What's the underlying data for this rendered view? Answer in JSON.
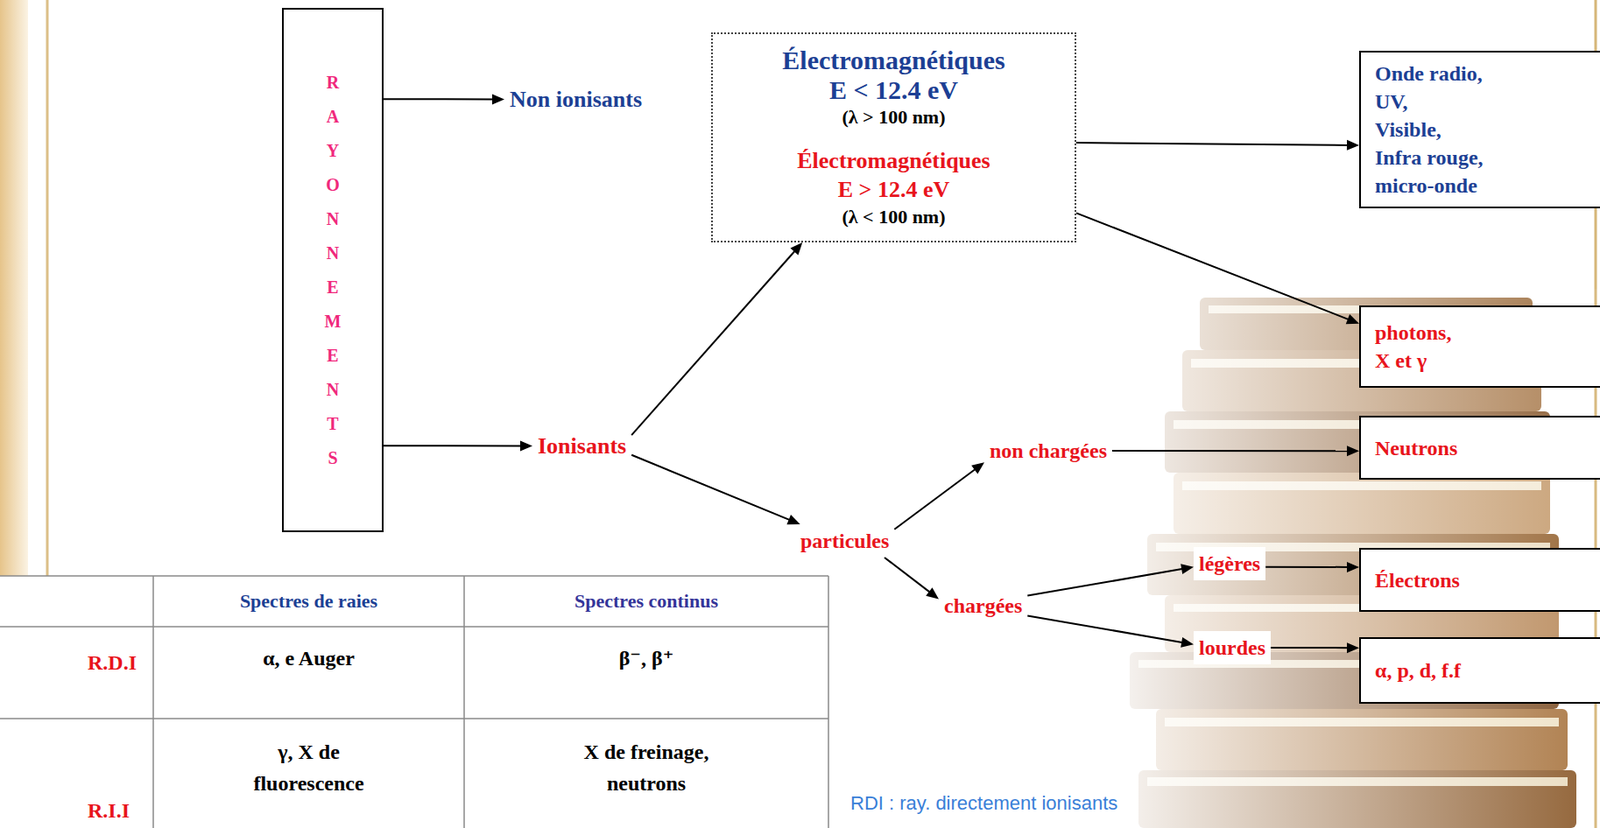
{
  "diagram": {
    "nodes": [
      {
        "text": [
          "RAYONNEMENTS"
        ]
      },
      {
        "text": [
          "Non ionisants"
        ]
      },
      {
        "text": [
          "Ionisants"
        ]
      },
      {
        "text": [
          "Électromagnétiques",
          "E < 12.4 eV",
          "(λ > 100 nm)",
          "Électromagnétiques",
          "E > 12.4 eV",
          "(λ < 100 nm)"
        ]
      },
      {
        "text": [
          "Onde radio, UV, Visible, Infra rouge, micro-onde"
        ]
      },
      {
        "text": [
          "photons, X et γ"
        ]
      },
      {
        "text": [
          "Neutrons"
        ]
      },
      {
        "text": [
          "Électrons"
        ]
      },
      {
        "text": [
          "α, p, d, f.f"
        ]
      },
      {
        "text": [
          "particules"
        ]
      },
      {
        "text": [
          "non chargées"
        ]
      },
      {
        "text": [
          "chargées"
        ]
      },
      {
        "text": [
          "légères"
        ]
      },
      {
        "text": [
          "lourdes"
        ]
      }
    ],
    "edges": [
      {
        "from": 0,
        "to": 1,
        "arrow": "to"
      },
      {
        "from": 0,
        "to": 2,
        "arrow": "to"
      },
      {
        "from": 2,
        "to": 3,
        "arrow": "to"
      },
      {
        "from": 2,
        "to": 9,
        "arrow": "to"
      },
      {
        "from": 3,
        "to": 4,
        "arrow": "to"
      },
      {
        "from": 3,
        "to": 5,
        "arrow": "to"
      },
      {
        "from": 9,
        "to": 10,
        "arrow": "to"
      },
      {
        "from": 9,
        "to": 11,
        "arrow": "to"
      },
      {
        "from": 10,
        "to": 6,
        "arrow": "to"
      },
      {
        "from": 11,
        "to": 12,
        "arrow": "to"
      },
      {
        "from": 11,
        "to": 13,
        "arrow": "to"
      },
      {
        "from": 12,
        "to": 7,
        "arrow": "to"
      },
      {
        "from": 13,
        "to": 8,
        "arrow": "to"
      }
    ],
    "labels": [
      "Spectres de raies",
      "Spectres continus",
      "R.D.I",
      "α, e Auger",
      "β⁻, β⁺",
      "R.I.I",
      "γ, X de fluorescence",
      "X de freinage, neutrons",
      "RDI : ray. directement ionisants"
    ]
  }
}
